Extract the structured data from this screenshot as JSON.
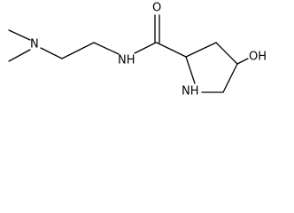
{
  "molecule": {
    "atoms": {
      "amine_n": "N",
      "amide_n": "NH",
      "carbonyl_o": "O",
      "ring_n": "NH",
      "hydroxyl": "OH"
    }
  }
}
